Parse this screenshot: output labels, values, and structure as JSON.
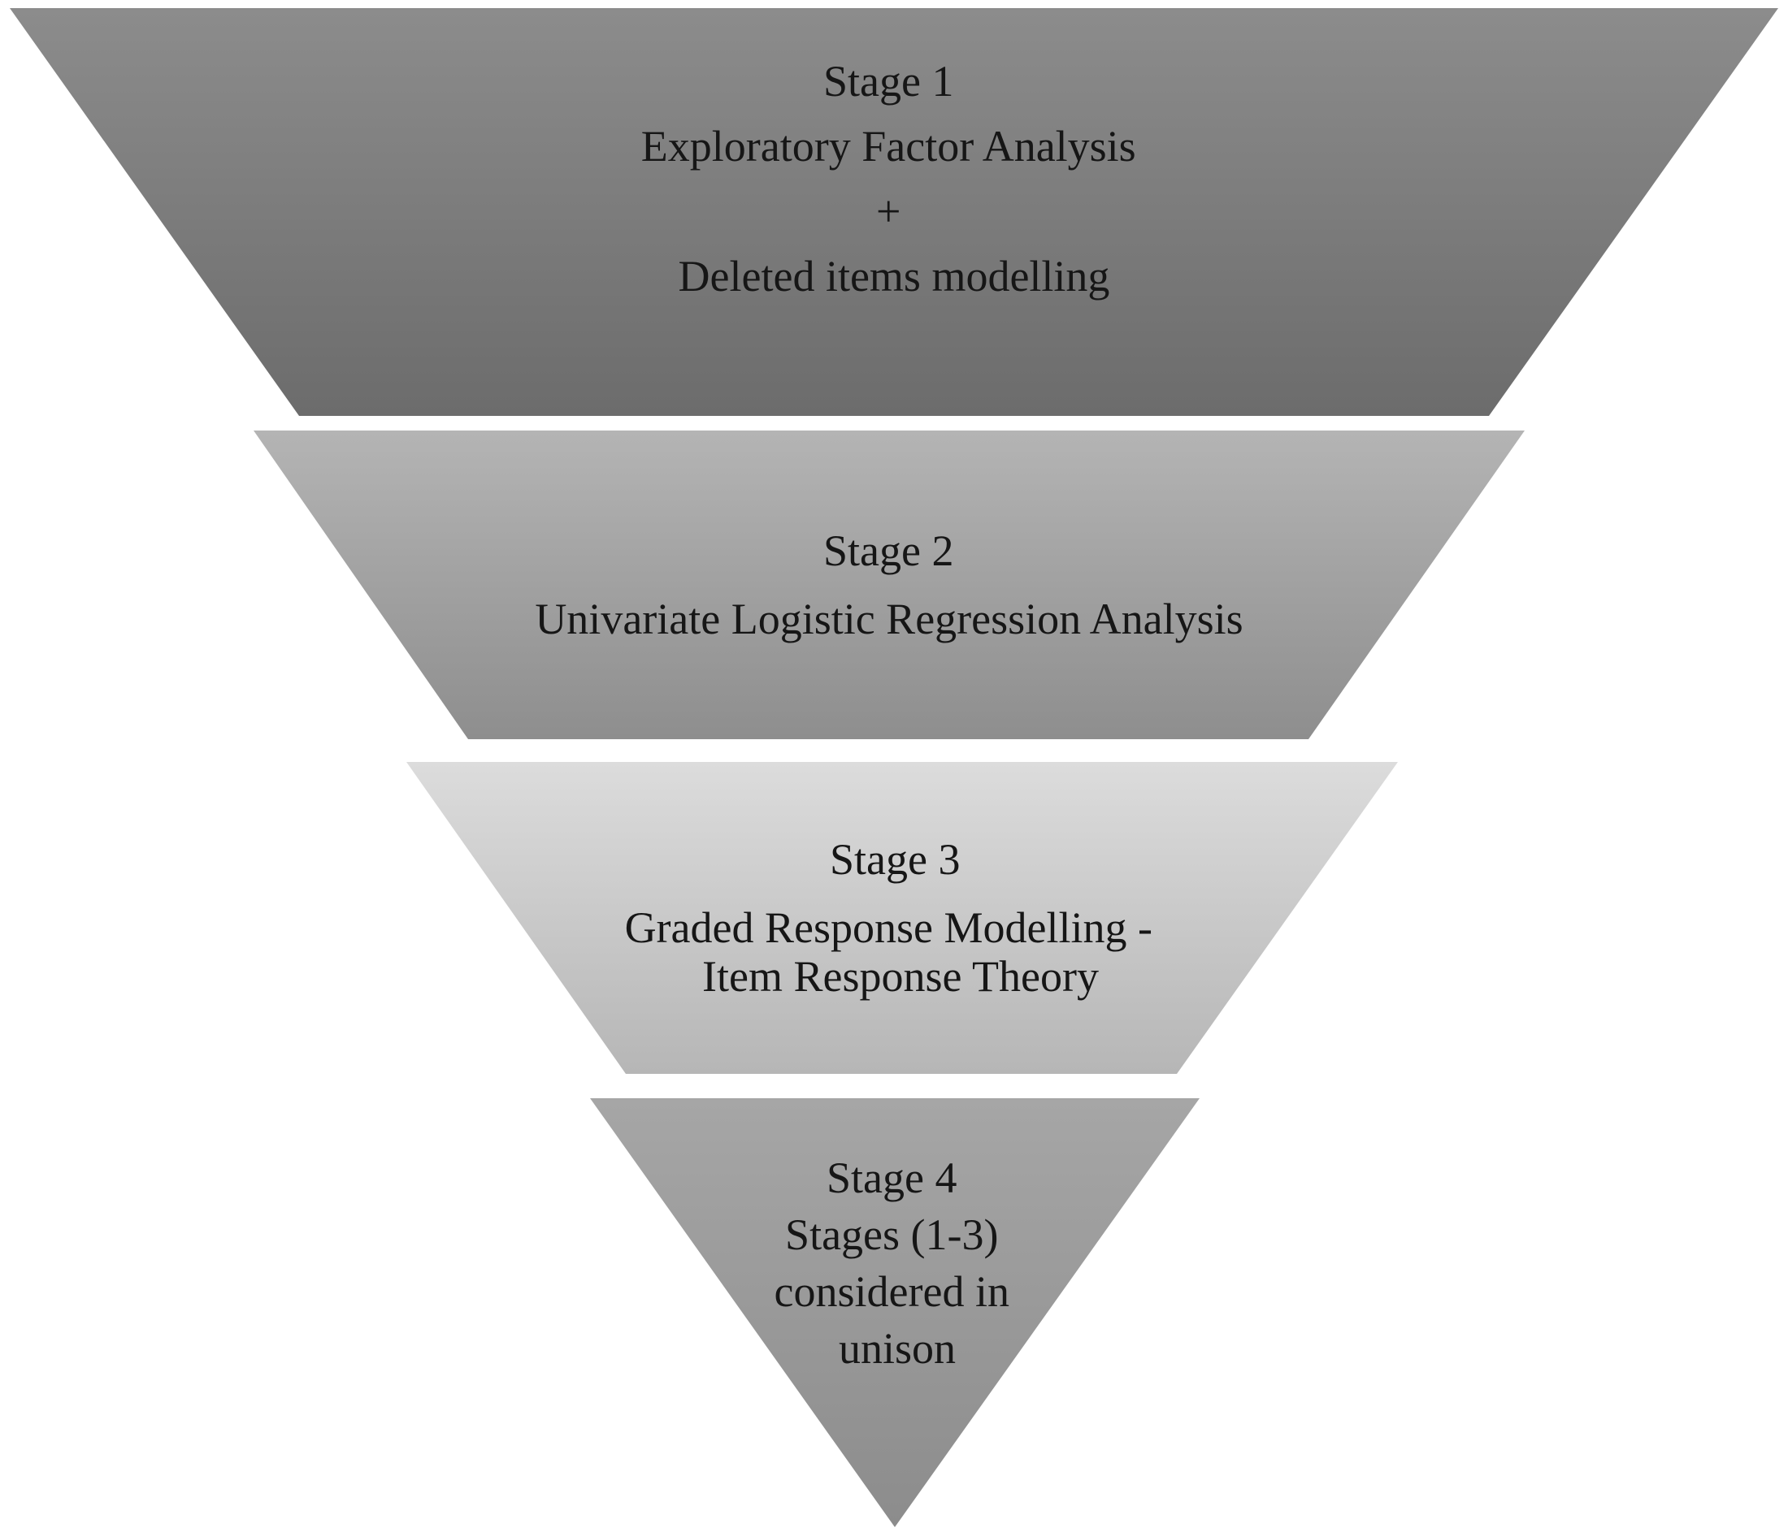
{
  "stages": [
    {
      "title": "Stage 1",
      "lines": [
        "Exploratory Factor Analysis",
        "+",
        "Deleted items modelling"
      ],
      "fill_top": "#8c8c8c",
      "fill_bottom": "#6c6c6c"
    },
    {
      "title": "Stage 2",
      "lines": [
        "Univariate Logistic Regression Analysis"
      ],
      "fill_top": "#b4b4b4",
      "fill_bottom": "#8e8e8e"
    },
    {
      "title": "Stage 3",
      "lines": [
        "Graded Response Modelling  -",
        "Item Response Theory"
      ],
      "fill_top": "#dcdcdc",
      "fill_bottom": "#b6b6b6"
    },
    {
      "title": "Stage 4",
      "lines": [
        "Stages (1-3)",
        "considered in",
        "unison"
      ],
      "fill_top": "#a6a6a6",
      "fill_bottom": "#8c8c8c"
    }
  ]
}
